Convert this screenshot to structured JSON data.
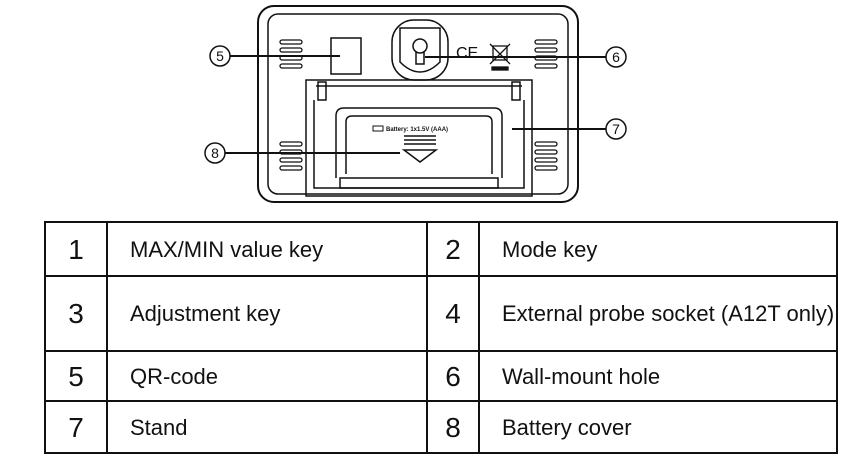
{
  "diagram": {
    "callouts": [
      "5",
      "6",
      "7",
      "8"
    ],
    "battery_label": "Battery: 1x1.5V (AAA)",
    "ce_mark": "CE"
  },
  "legend": {
    "rows": [
      {
        "n1": "1",
        "t1": "MAX/MIN value key",
        "n2": "2",
        "t2": "Mode key"
      },
      {
        "n1": "3",
        "t1": "Adjustment key",
        "n2": "4",
        "t2": "External probe socket (A12T only)"
      },
      {
        "n1": "5",
        "t1": "QR-code",
        "n2": "6",
        "t2": "Wall-mount hole"
      },
      {
        "n1": "7",
        "t1": "Stand",
        "n2": "8",
        "t2": "Battery cover"
      }
    ]
  }
}
